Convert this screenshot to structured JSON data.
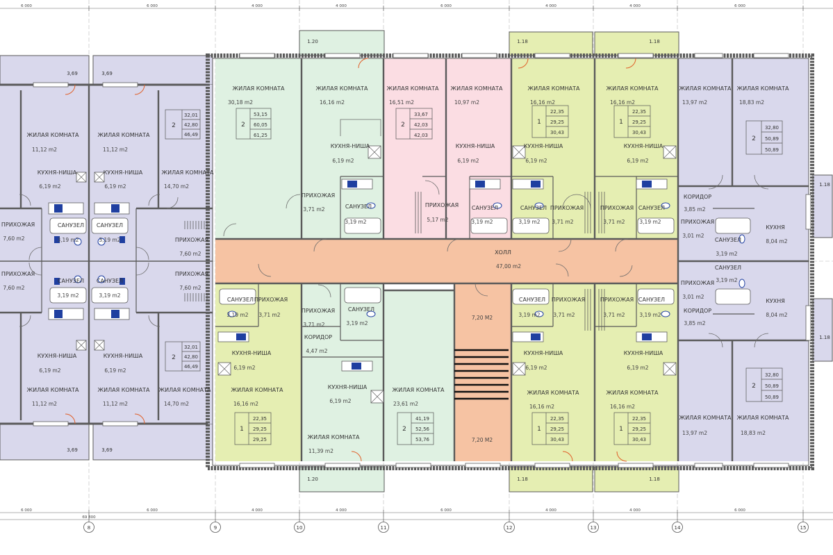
{
  "colors": {
    "lavender": "#d9d8ec",
    "mint": "#dff1e2",
    "pink": "#fbdde3",
    "lime": "#e5eeb2",
    "peach": "#f6c3a3",
    "wall": "#5a5a5a",
    "sanitary": "#1f3fa0"
  },
  "top_dims": [
    "6 000",
    "6 000",
    "4 000",
    "4 000",
    "6 000",
    "4 000",
    "4 000",
    "6 000"
  ],
  "bottom_dims": [
    "6 000",
    "6 000",
    "4 000",
    "4 000",
    "6 000",
    "4 000",
    "4 000",
    "6 000"
  ],
  "overall_dim": "69 800",
  "axes": [
    "8",
    "9",
    "10",
    "11",
    "12",
    "13",
    "14",
    "15"
  ],
  "rooms": [
    {
      "name": "ЖИЛАЯ КОМНАТА",
      "area": "11,12 m2"
    },
    {
      "name": "ЖИЛАЯ КОМНАТА",
      "area": "11,12 m2"
    },
    {
      "name": "ЖИЛАЯ КОМНАТА",
      "area": "14,70 m2"
    },
    {
      "name": "КУХНЯ-НИША",
      "area": "6,19 m2"
    },
    {
      "name": "КУХНЯ-НИША",
      "area": "6,19 m2"
    },
    {
      "name": "ПРИХОЖАЯ",
      "area": "7,60 m2"
    },
    {
      "name": "ПРИХОЖАЯ",
      "area": "7,60 m2"
    },
    {
      "name": "САНУЗЕЛ",
      "area": "3,19 m2"
    },
    {
      "name": "САНУЗЕЛ",
      "area": "3,19 m2"
    },
    {
      "name": "ПРИХОЖАЯ",
      "area": "7,60 m2"
    },
    {
      "name": "ПРИХОЖАЯ",
      "area": "7,60 m2"
    },
    {
      "name": "САНУЗЕЛ",
      "area": "3,19 m2"
    },
    {
      "name": "САНУЗЕЛ",
      "area": "3,19 m2"
    },
    {
      "name": "КУХНЯ-НИША",
      "area": "6,19 m2"
    },
    {
      "name": "КУХНЯ-НИША",
      "area": "6,19 m2"
    },
    {
      "name": "ЖИЛАЯ КОМНАТА",
      "area": "11,12 m2"
    },
    {
      "name": "ЖИЛАЯ КОМНАТА",
      "area": "11,12 m2"
    },
    {
      "name": "ЖИЛАЯ КОМНАТА",
      "area": "14,70 m2"
    },
    {
      "name": "ЖИЛАЯ КОМНАТА",
      "area": "30,18 m2"
    },
    {
      "name": "ЖИЛАЯ КОМНАТА",
      "area": "16,16 m2"
    },
    {
      "name": "КУХНЯ-НИША",
      "area": "6,19 m2"
    },
    {
      "name": "ПРИХОЖАЯ",
      "area": "3,71 m2"
    },
    {
      "name": "САНУЗЕЛ",
      "area": "3,19 m2"
    },
    {
      "name": "ЖИЛАЯ КОМНАТА",
      "area": "16,51 m2"
    },
    {
      "name": "ЖИЛАЯ КОМНАТА",
      "area": "10,97 m2"
    },
    {
      "name": "КУХНЯ-НИША",
      "area": "6,19 m2"
    },
    {
      "name": "ПРИХОЖАЯ",
      "area": "5,17 m2"
    },
    {
      "name": "САНУЗЕЛ",
      "area": "3,19 m2"
    },
    {
      "name": "ЖИЛАЯ КОМНАТА",
      "area": "16,16 m2"
    },
    {
      "name": "КУХНЯ-НИША",
      "area": "6,19 m2"
    },
    {
      "name": "САНУЗЕЛ",
      "area": "3,19 m2"
    },
    {
      "name": "ПРИХОЖАЯ",
      "area": "3,71 m2"
    },
    {
      "name": "ЖИЛАЯ КОМНАТА",
      "area": "16,16 m2"
    },
    {
      "name": "КУХНЯ-НИША",
      "area": "6,19 m2"
    },
    {
      "name": "ПРИХОЖАЯ",
      "area": "3,71 m2"
    },
    {
      "name": "САНУЗЕЛ",
      "area": "3,19 m2"
    },
    {
      "name": "ЖИЛАЯ КОМНАТА",
      "area": "13,97 m2"
    },
    {
      "name": "ЖИЛАЯ КОМНАТА",
      "area": "18,83 m2"
    },
    {
      "name": "КОРИДОР",
      "area": "3,85 m2"
    },
    {
      "name": "ПРИХОЖАЯ",
      "area": "3,01 m2"
    },
    {
      "name": "КУХНЯ",
      "area": "8,04 m2"
    },
    {
      "name": "САНУЗЕЛ",
      "area": "3,19 m2"
    },
    {
      "name": "ХОЛЛ",
      "area": "47,00 m2"
    },
    {
      "name": "САНУЗЕЛ",
      "area": "3,19 m2"
    },
    {
      "name": "ПРИХОЖАЯ",
      "area": "3,71 m2"
    },
    {
      "name": "КУХНЯ-НИША",
      "area": "6,19 m2"
    },
    {
      "name": "ЖИЛАЯ КОМНАТА",
      "area": "16,16 m2"
    },
    {
      "name": "ПРИХОЖАЯ",
      "area": "3,71 m2"
    },
    {
      "name": "САНУЗЕЛ",
      "area": "3,19 m2"
    },
    {
      "name": "КОРИДОР",
      "area": "4,47 m2"
    },
    {
      "name": "КУХНЯ-НИША",
      "area": "6,19 m2"
    },
    {
      "name": "ЖИЛАЯ КОМНАТА",
      "area": "11,39 m2"
    },
    {
      "name": "ЖИЛАЯ КОМНАТА",
      "area": "23,61 m2"
    },
    {
      "name": "",
      "area": "7,20 M2"
    },
    {
      "name": "",
      "area": "7,20 M2"
    },
    {
      "name": "САНУЗЕЛ",
      "area": "3,19 m2"
    },
    {
      "name": "ПРИХОЖАЯ",
      "area": "3,71 m2"
    },
    {
      "name": "КУХНЯ-НИША",
      "area": "6,19 m2"
    },
    {
      "name": "ЖИЛАЯ КОМНАТА",
      "area": "16,16 m2"
    },
    {
      "name": "ПРИХОЖАЯ",
      "area": "3,71 m2"
    },
    {
      "name": "САНУЗЕЛ",
      "area": "3,19 m2"
    },
    {
      "name": "КУХНЯ-НИША",
      "area": "6,19 m2"
    },
    {
      "name": "ЖИЛАЯ КОМНАТА",
      "area": "16,16 m2"
    },
    {
      "name": "ПРИХОЖАЯ",
      "area": "3,01 m2"
    },
    {
      "name": "САНУЗЕЛ",
      "area": "3,19 m2"
    },
    {
      "name": "КОРИДОР",
      "area": "3,85 m2"
    },
    {
      "name": "КУХНЯ",
      "area": "8,04 m2"
    },
    {
      "name": "ЖИЛАЯ КОМНАТА",
      "area": "13,97 m2"
    },
    {
      "name": "ЖИЛАЯ КОМНАТА",
      "area": "18,83 m2"
    }
  ],
  "balconies": [
    "3,69",
    "3,69",
    "3,69",
    "3,69",
    "1.20",
    "1.18",
    "1.18",
    "1.18",
    "1.18",
    "1.20",
    "1.18",
    "1.18"
  ],
  "apartments": [
    {
      "rooms": "2",
      "areas": [
        "32,01",
        "42,80",
        "46,49"
      ]
    },
    {
      "rooms": "2",
      "areas": [
        "32,01",
        "42,80",
        "46,49"
      ]
    },
    {
      "rooms": "2",
      "areas": [
        "53,15",
        "60,05",
        "61,25"
      ]
    },
    {
      "rooms": "2",
      "areas": [
        "33,67",
        "42,03",
        "42,03"
      ]
    },
    {
      "rooms": "1",
      "areas": [
        "22,35",
        "29,25",
        "30,43"
      ]
    },
    {
      "rooms": "1",
      "areas": [
        "22,35",
        "29,25",
        "30,43"
      ]
    },
    {
      "rooms": "2",
      "areas": [
        "32,80",
        "50,89",
        "50,89"
      ]
    },
    {
      "rooms": "1",
      "areas": [
        "22,35",
        "29,25",
        "29,25"
      ]
    },
    {
      "rooms": "2",
      "areas": [
        "41,19",
        "52,56",
        "53,76"
      ]
    },
    {
      "rooms": "1",
      "areas": [
        "22,35",
        "29,25",
        "30,43"
      ]
    },
    {
      "rooms": "1",
      "areas": [
        "22,35",
        "29,25",
        "30,43"
      ]
    },
    {
      "rooms": "2",
      "areas": [
        "32,80",
        "50,89",
        "50,89"
      ]
    }
  ]
}
